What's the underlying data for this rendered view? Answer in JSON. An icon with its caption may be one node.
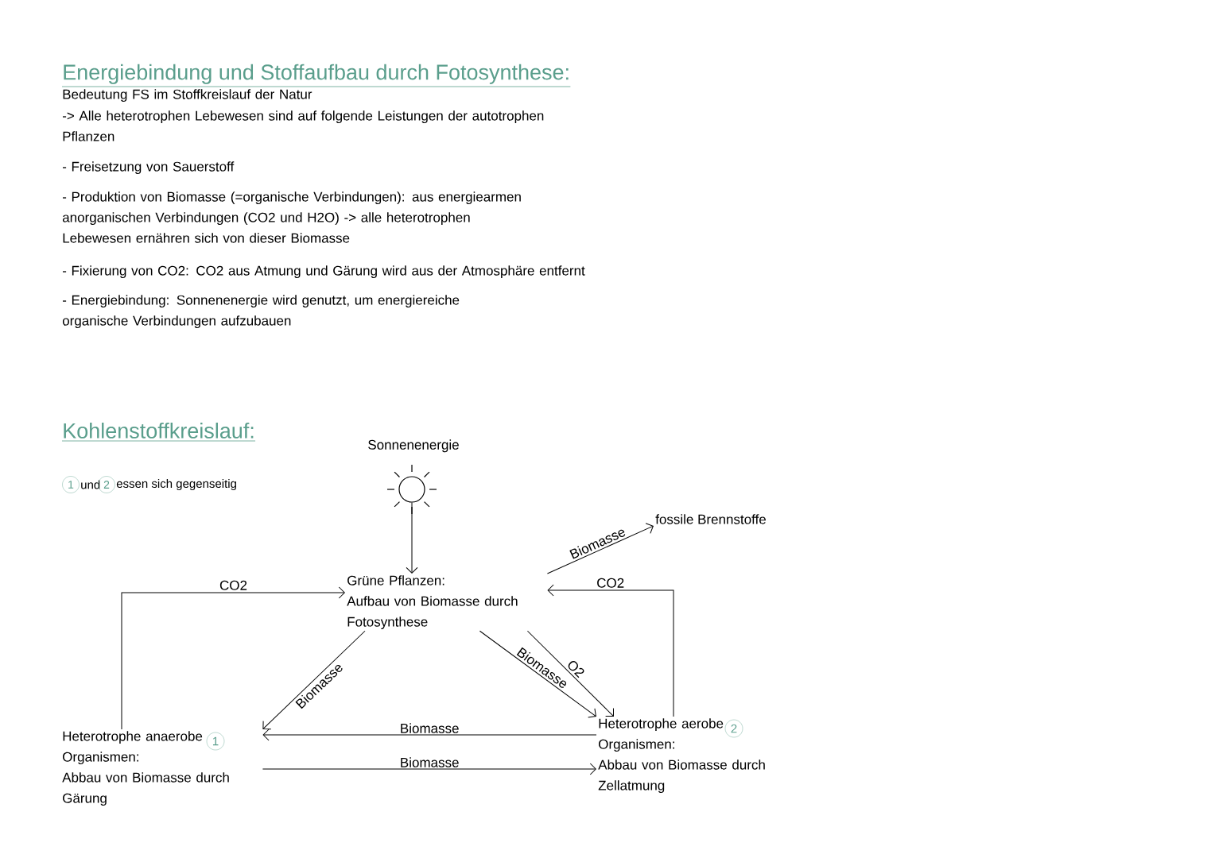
{
  "diagram": {
    "title": "Energiebindung und Stoffaufbau durch Fotosynthese:",
    "nodes": [
      {
        "text": [],
        "shape": "sun",
        "beside": [
          "Sonnenenergie"
        ]
      },
      {
        "text": [
          "Grüne Pflanzen:",
          "Aufbau von Biomasse durch Fotosynthese"
        ]
      },
      {
        "text": [
          "fossile Brennstoffe"
        ]
      },
      {
        "text": [
          "Heterotrophe anaerobe Organismen:",
          "Abbau von Biomasse durch Gärung"
        ],
        "beside": [
          "1"
        ]
      },
      {
        "text": [
          "Heterotrophe aerobe Organismen:",
          "Abbau von Biomasse durch Zellatmung"
        ],
        "beside": [
          "2"
        ]
      }
    ],
    "edges": [
      {
        "from": 0,
        "to": 1,
        "arrow": "to"
      },
      {
        "from": 1,
        "to": 2,
        "arrow": "to",
        "label": "Biomasse"
      },
      {
        "from": 4,
        "to": 1,
        "arrow": "to",
        "label": "CO2"
      },
      {
        "from": 3,
        "to": 1,
        "arrow": "to",
        "label": "CO2"
      },
      {
        "from": 1,
        "to": 3,
        "arrow": "to",
        "label": "Biomasse"
      },
      {
        "from": 1,
        "to": 4,
        "arrow": "to",
        "label": "Biomasse"
      },
      {
        "from": 1,
        "to": 4,
        "arrow": "to",
        "label": "O2"
      },
      {
        "from": 4,
        "to": 3,
        "arrow": "to",
        "label": "Biomasse"
      },
      {
        "from": 3,
        "to": 4,
        "arrow": "to",
        "label": "Biomasse"
      }
    ],
    "labels": [
      "Bedeutung FS im Stoffkreislauf der Natur",
      "-> Alle heterotrophen Lebewesen sind auf folgende Leistungen der autotrophen Pflanzen",
      "- Freisetzung von Sauerstoff",
      "- Produktion von Biomasse (=organische Verbindungen): aus energiearmen anorganischen Verbindungen (CO2 und H2O) -> alle heterotrophen Lebewesen ernähren sich von dieser Biomasse",
      "- Fixierung von CO2: CO2 aus Atmung und Gärung wird aus der Atmosphäre entfernt",
      "- Energiebindung: Sonnenenergie wird genutzt, um energiereiche organische Verbindungen aufzubauen",
      "Kohlenstoffkreislauf:",
      "1",
      "und",
      "2",
      "essen sich gegenseitig"
    ]
  }
}
